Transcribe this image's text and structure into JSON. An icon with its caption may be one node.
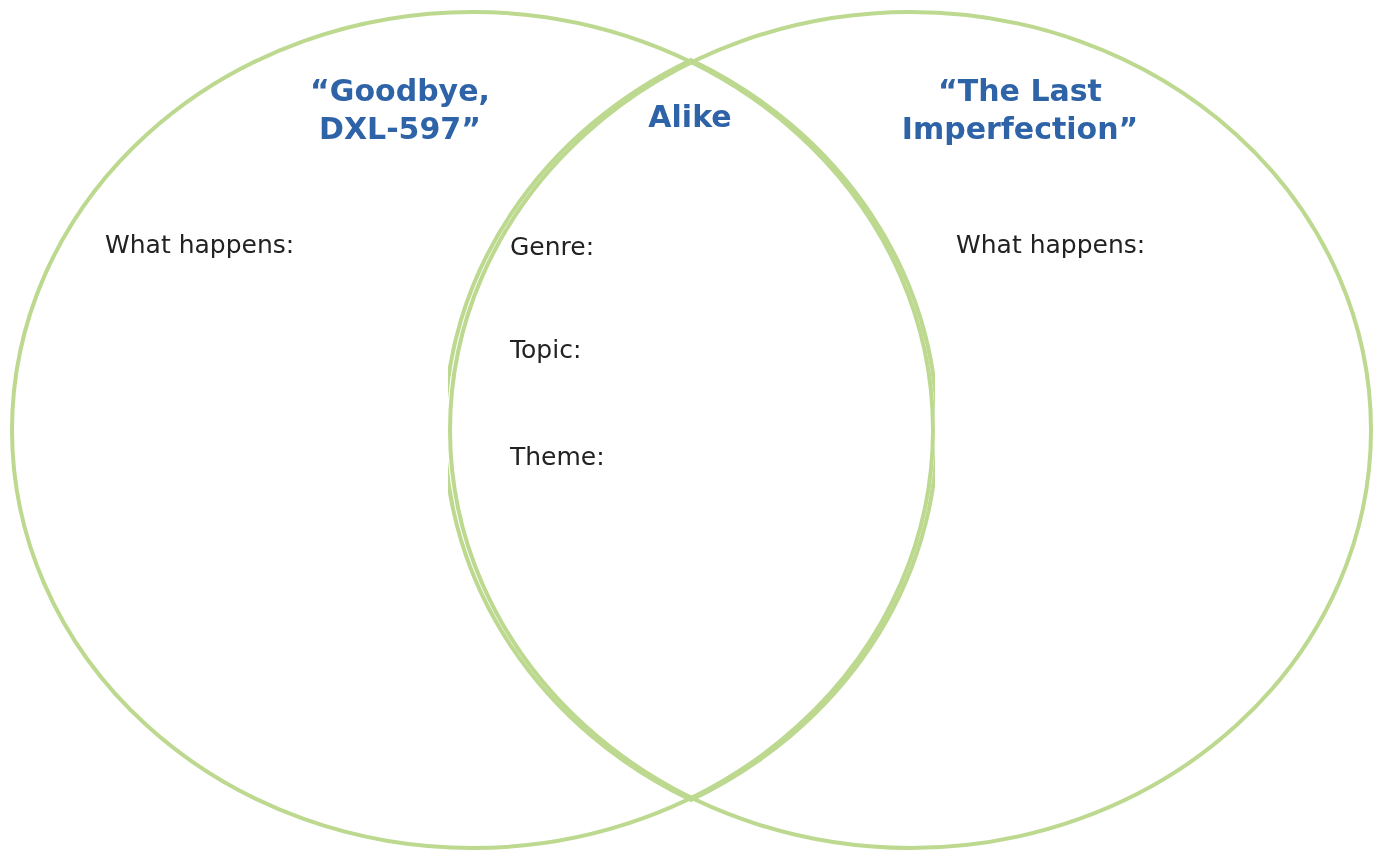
{
  "diagram": {
    "nodes": [
      {
        "text": [
          "“Goodbye, DXL-597”",
          "What happens:"
        ]
      },
      {
        "text": [
          "“The Last Imperfection”",
          "What happens:"
        ]
      },
      {
        "text": [
          "Alike",
          "Genre:",
          "Topic:",
          "Theme:"
        ]
      }
    ],
    "edges": []
  }
}
